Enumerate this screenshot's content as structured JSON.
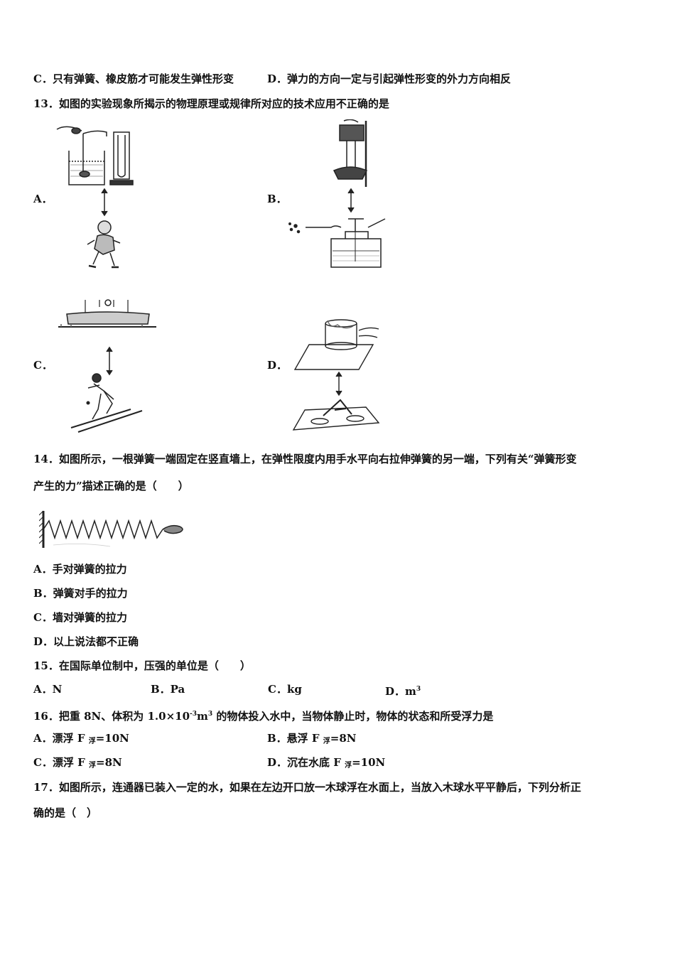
{
  "q12_tail": {
    "c": "C．只有弹簧、橡皮筋才可能发生弹性形变",
    "d": "D．弹力的方向一定与引起弹性形变的外力方向相反"
  },
  "q13": {
    "stem": "13．如图的实验现象所揭示的物理原理或规律所对应的技术应用不正确的是",
    "a": "A．",
    "b": "B．",
    "c": "C．",
    "d": "D．"
  },
  "q14": {
    "stem_line1": "14．如图所示，一根弹簧一端固定在竖直墙上，在弹性限度内用手水平向右拉伸弹簧的另一端，下列有关“弹簧形变",
    "stem_line2": "产生的力”描述正确的是（　　）",
    "a": "A．手对弹簧的拉力",
    "b": "B．弹簧对手的拉力",
    "c": "C．墙对弹簧的拉力",
    "d": "D．以上说法都不正确"
  },
  "q15": {
    "stem": "15．在国际单位制中，压强的单位是（　　）",
    "a": "A．N",
    "b": "B．Pa",
    "c": "C．kg",
    "d_prefix": "D．m",
    "d_sup": "3"
  },
  "q16": {
    "stem_p1": "16．把重 8N、体积为 1.0×10",
    "stem_sup1": "-3",
    "stem_p2": "m",
    "stem_sup2": "3",
    "stem_p3": " 的物体投入水中，当物体静止时，物体的状态和所受浮力是",
    "a_pre": "A．漂浮 F ",
    "a_sub": "浮",
    "a_post": "=10N",
    "b_pre": "B．悬浮 F ",
    "b_sub": "浮",
    "b_post": "=8N",
    "c_pre": "C．漂浮 F ",
    "c_sub": "浮",
    "c_post": "=8N",
    "d_pre": "D．沉在水底 F ",
    "d_sub": "浮",
    "d_post": "=10N"
  },
  "q17": {
    "stem_line1": "17．如图所示，连通器已装入一定的水，如果在左边开口放一木球浮在水面上，当放入木球水平平静后，下列分析正",
    "stem_line2": "确的是（　）"
  }
}
